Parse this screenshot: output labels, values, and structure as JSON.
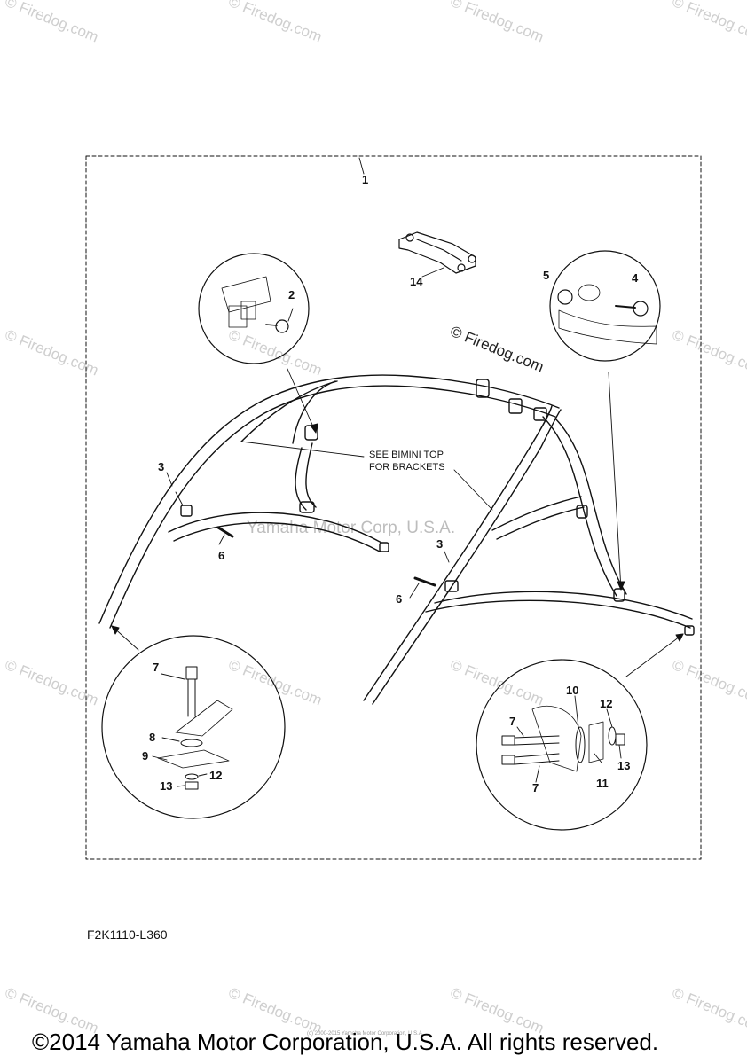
{
  "watermark": {
    "text": "© Firedog.com",
    "color": "#cfcfcf"
  },
  "center_watermark": "Yamaha Motor Corp, U.S.A.",
  "diagram_watermark": "© Firedog.com",
  "callouts": {
    "c1": "1",
    "c2": "2",
    "c3a": "3",
    "c3b": "3",
    "c4": "4",
    "c5": "5",
    "c6a": "6",
    "c6b": "6",
    "c7a": "7",
    "c7b": "7",
    "c7c": "7",
    "c8": "8",
    "c9": "9",
    "c10": "10",
    "c11": "11",
    "c12a": "12",
    "c12b": "12",
    "c13a": "13",
    "c13b": "13",
    "c14": "14"
  },
  "note": {
    "line1": "SEE BIMINI TOP",
    "line2": "FOR BRACKETS"
  },
  "figure_code": "F2K1110-L360",
  "tiny_text": "(c) 2000-2015 Yamaha Motor Corporation, U.S.A.",
  "copyright": "©2014 Yamaha Motor Corporation, U.S.A. All rights reserved."
}
